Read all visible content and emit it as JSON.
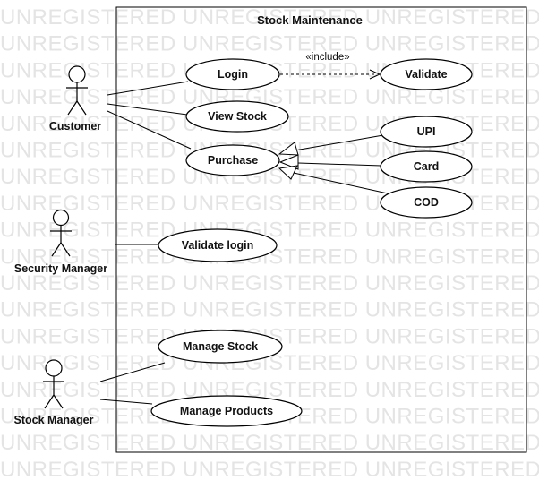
{
  "watermark": {
    "text": "UNREGISTERED UNREGISTERED UNREGISTERED UNREGISTERED",
    "color": "#e4e4e4"
  },
  "system": {
    "title": "Stock Maintenance"
  },
  "actors": {
    "customer": "Customer",
    "security": "Security Manager",
    "stock": "Stock Manager"
  },
  "usecases": {
    "login": "Login",
    "validate": "Validate",
    "view_stock": "View Stock",
    "purchase": "Purchase",
    "upi": "UPI",
    "card": "Card",
    "cod": "COD",
    "validate_login": "Validate login",
    "manage_stock": "Manage Stock",
    "manage_products": "Manage Products"
  },
  "relations": {
    "include_label": "«include»"
  }
}
